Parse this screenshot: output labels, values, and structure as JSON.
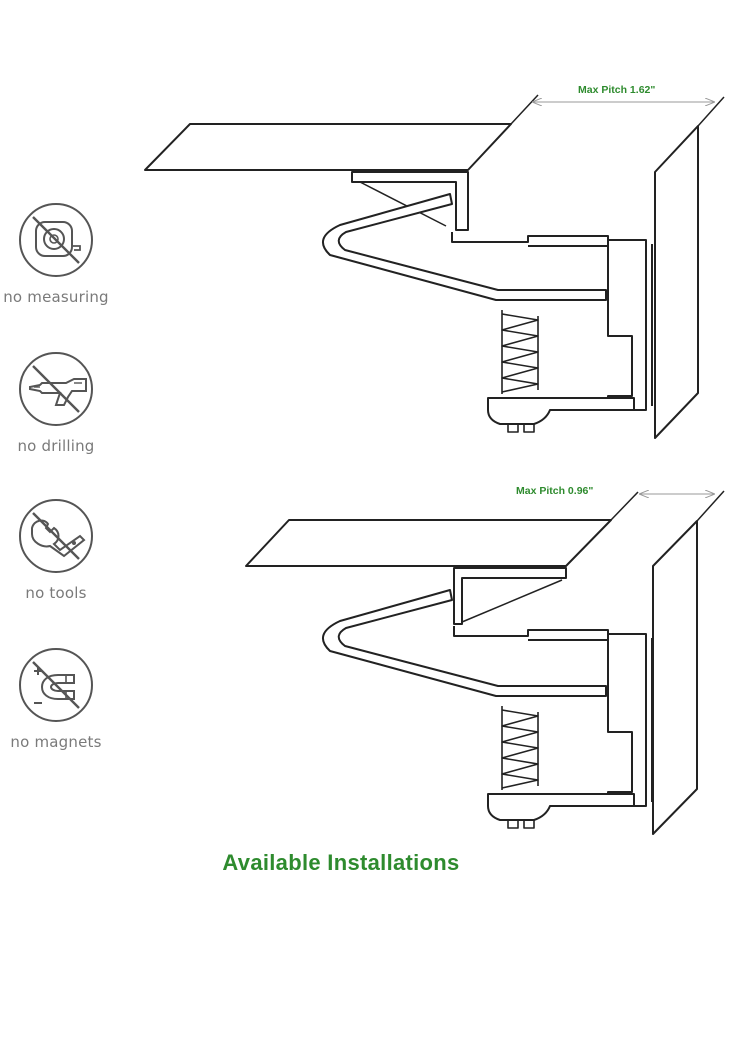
{
  "icons": [
    {
      "label": "no measuring",
      "icon": "tape-measure-icon"
    },
    {
      "label": "no drilling",
      "icon": "drill-icon"
    },
    {
      "label": "no tools",
      "icon": "wrench-icon"
    },
    {
      "label": "no magnets",
      "icon": "magnet-icon"
    }
  ],
  "diagrams": [
    {
      "pitch_label": "Max Pitch 1.62\""
    },
    {
      "pitch_label": "Max Pitch 0.96\""
    }
  ],
  "footer": {
    "title": "Available Installations"
  },
  "colors": {
    "accent_green": "#2e8b2e",
    "icon_stroke": "#555555",
    "line": "#222222"
  }
}
